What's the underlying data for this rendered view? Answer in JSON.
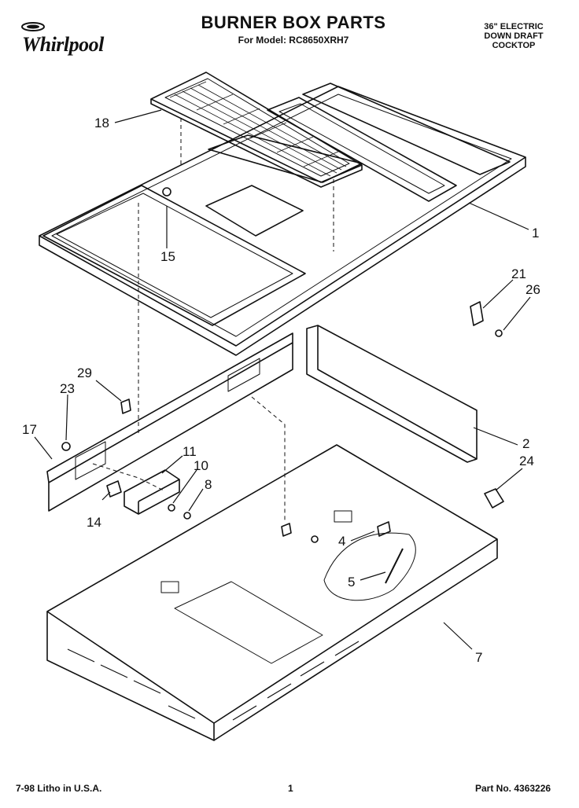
{
  "header": {
    "brand": "Whirlpool",
    "title": "BURNER BOX PARTS",
    "model_line": "For Model: RC8650XRH7",
    "description": [
      "36\" ELECTRIC",
      "DOWN DRAFT",
      "COCKTOP"
    ]
  },
  "callouts": [
    "18",
    "1",
    "15",
    "21",
    "26",
    "29",
    "23",
    "17",
    "2",
    "24",
    "11",
    "10",
    "8",
    "14",
    "4",
    "5",
    "7"
  ],
  "footer": {
    "date_litho": "7-98   Litho in U.S.A.",
    "page_number": "1",
    "part_number": "Part No. 4363226"
  }
}
